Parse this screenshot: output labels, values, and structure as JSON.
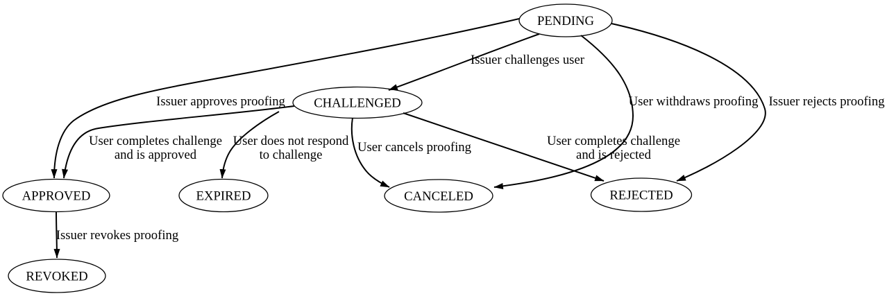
{
  "diagram": {
    "type": "state-machine-graph",
    "background_color": "#ffffff",
    "line_color": "#000000",
    "text_color": "#000000",
    "nodes": [
      {
        "id": "pending",
        "label": "PENDING"
      },
      {
        "id": "challenged",
        "label": "CHALLENGED"
      },
      {
        "id": "approved",
        "label": "APPROVED"
      },
      {
        "id": "expired",
        "label": "EXPIRED"
      },
      {
        "id": "canceled",
        "label": "CANCELED"
      },
      {
        "id": "rejected",
        "label": "REJECTED"
      },
      {
        "id": "revoked",
        "label": "REVOKED"
      }
    ],
    "edges": [
      {
        "from": "pending",
        "to": "challenged",
        "label": "Issuer challenges user"
      },
      {
        "from": "pending",
        "to": "approved",
        "label": "Issuer approves proofing"
      },
      {
        "from": "pending",
        "to": "canceled",
        "label": "User withdraws proofing"
      },
      {
        "from": "pending",
        "to": "rejected",
        "label": "Issuer rejects proofing"
      },
      {
        "from": "challenged",
        "to": "approved",
        "label_lines": [
          "User completes challenge",
          "and is approved"
        ]
      },
      {
        "from": "challenged",
        "to": "expired",
        "label_lines": [
          "User does not respond",
          "to challenge"
        ]
      },
      {
        "from": "challenged",
        "to": "canceled",
        "label": "User cancels proofing"
      },
      {
        "from": "challenged",
        "to": "rejected",
        "label_lines": [
          "User completes challenge",
          "and is rejected"
        ]
      },
      {
        "from": "approved",
        "to": "revoked",
        "label": "Issuer revokes proofing"
      }
    ]
  }
}
